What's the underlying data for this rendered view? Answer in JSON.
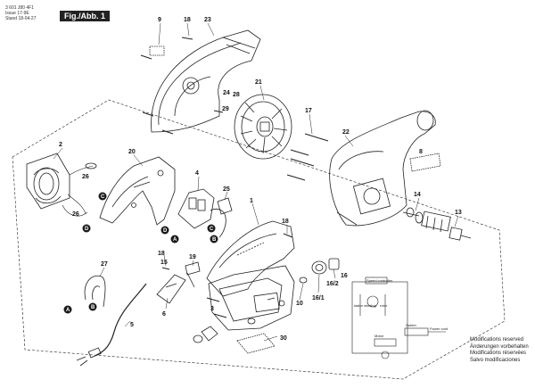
{
  "header": {
    "doc_number": "3 601 J80 4F1",
    "issue_label": "Issue",
    "issue_value": "17-9E",
    "stand_label": "Stand",
    "stand_value": "18-04-27",
    "figure_tag": "Fig./Abb. 1"
  },
  "parts": {
    "p1": "1",
    "p2": "2",
    "p3": "3",
    "p4": "4",
    "p5": "5",
    "p6": "6",
    "p8": "8",
    "p9": "9",
    "p10": "10",
    "p13": "13",
    "p14": "14",
    "p15": "15",
    "p16": "16",
    "p16_1": "16/1",
    "p16_2": "16/2",
    "p17": "17",
    "p18a": "18",
    "p18b": "18",
    "p18c": "18",
    "p19": "19",
    "p20": "20",
    "p21": "21",
    "p22": "22",
    "p23": "23",
    "p24": "24",
    "p25": "25",
    "p26a": "26",
    "p26b": "26",
    "p27": "27",
    "p28": "28",
    "p29": "29",
    "p30": "30"
  },
  "connectors": {
    "a1": "A",
    "a2": "A",
    "b1": "B",
    "b2": "B",
    "c1": "C",
    "c2": "C",
    "d1": "D",
    "d2": "D"
  },
  "wiring": {
    "speed_controller": "Speed controller",
    "switch": "Switch",
    "motor": "Motor",
    "stator_winding": "stator winding",
    "rotor": "rotor",
    "power_cord": "Power cord"
  },
  "notes": {
    "line1": "Modifications reserved",
    "line2": "Änderungen vorbehalten",
    "line3": "Modifications réservées",
    "line4": "Salvo modificaciones"
  },
  "colors": {
    "line": "#222222",
    "badge": "#1a1a1a",
    "tag_bg": "#222222"
  }
}
